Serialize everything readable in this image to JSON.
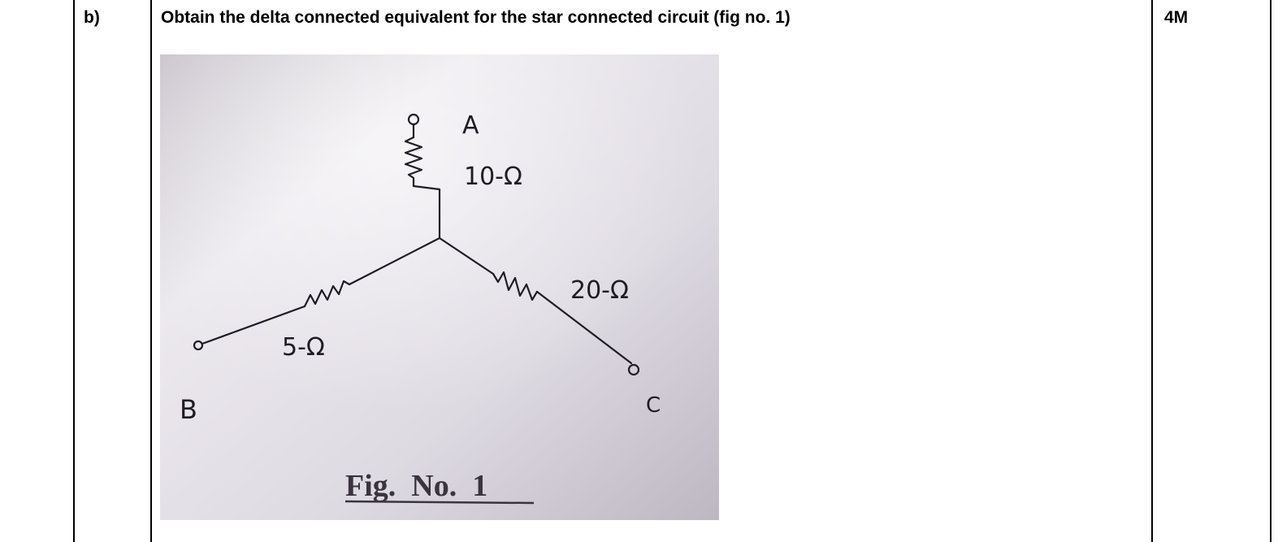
{
  "question": {
    "part_label": "b)",
    "text": "Obtain the delta connected equivalent for the star connected circuit (fig no. 1)",
    "marks": "4M"
  },
  "figure": {
    "caption": "Fig.  No.  1",
    "nodes": {
      "a": "A",
      "b": "B",
      "c": "C"
    },
    "resistors": {
      "a": "10Ω",
      "b": "5Ω",
      "c": "20Ω"
    },
    "handwritten_labels": {
      "a": "10-Ω",
      "b": "5-Ω",
      "c": "20-Ω"
    },
    "colors": {
      "paper_light": "#ebe8ee",
      "paper_dark": "#c9c4ce",
      "ink": "#1f1c24",
      "caption_ink": "#3a3440"
    }
  }
}
